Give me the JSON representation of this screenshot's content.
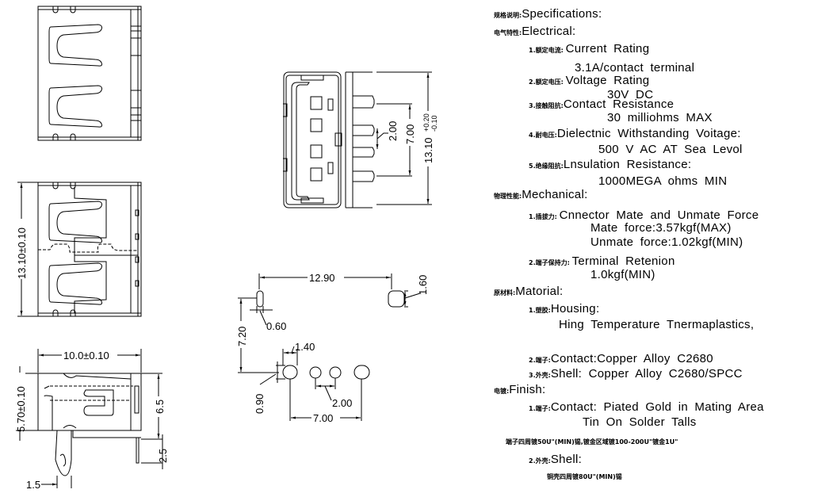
{
  "dimensions": {
    "front_height": "13.10±0.10",
    "side_width": "10.0±0.10",
    "side_height": "5.70±0.10",
    "side_height_2": "6.5",
    "pin_length": "2.5",
    "pin_width": "1.5",
    "pin_pitch": "2.00",
    "pin_span": "7.00",
    "overall_height": "13.10",
    "overall_tol_plus": "+0.20",
    "overall_tol_minus": "-0.10",
    "footprint_slot_span": "12.90",
    "footprint_slot_width_right": "1.60",
    "footprint_slot_width_left": "0.60",
    "footprint_row_offset": "7.20",
    "footprint_pad_width": "1.40",
    "footprint_pad_height": "0.90",
    "footprint_pitch": "2.00",
    "footprint_span": "7.00"
  },
  "specs": [
    {
      "cn": "规格说明:",
      "en": "Specifications:",
      "level": 0
    },
    {
      "cn": "电气特性:",
      "en": "Electrical:",
      "level": 0
    },
    {
      "cn": "1.额定电流: ",
      "en": "Current Rating",
      "level": 1
    },
    {
      "cn": "",
      "en": "3.1A/contact terminal",
      "level": 2
    },
    {
      "cn": "2.额定电压: ",
      "en": "Voltage Rating",
      "level": 1
    },
    {
      "cn": "",
      "en": "30V DC",
      "level": 3
    },
    {
      "cn": "3.接触阻抗:",
      "en": "Contact Resistance",
      "level": 1
    },
    {
      "cn": "",
      "en": "30 milliohms MAX",
      "level": 3
    },
    {
      "cn": "4.耐电压:",
      "en": "Dielectnic Withstanding Voitage:",
      "level": 1
    },
    {
      "cn": "",
      "en": "500 V AC AT Sea Levol",
      "level": 4
    },
    {
      "cn": "5.绝缘阻抗:",
      "en": "Lnsulation Resistance:",
      "level": 1
    },
    {
      "cn": "",
      "en": "1000MEGA ohms MIN",
      "level": 4
    },
    {
      "cn": "物理性能:",
      "en": "Mechanical:",
      "level": 0
    },
    {
      "cn": "1.插拔力: ",
      "en": "Cnnector Mate and Unmate Force",
      "level": 1
    },
    {
      "cn": "",
      "en": "Mate force:3.57kgf(MAX)",
      "level": 5
    },
    {
      "cn": "",
      "en": "Unmate force:1.02kgf(MIN)",
      "level": 5
    },
    {
      "cn": "2.端子保持力: ",
      "en": "Terminal Retenion",
      "level": 1
    },
    {
      "cn": "",
      "en": "1.0kgf(MIN)",
      "level": 5
    },
    {
      "cn": "原材料:",
      "en": "Matorial:",
      "level": 0
    },
    {
      "cn": "1.塑胶:",
      "en": "Housing:",
      "level": 1
    },
    {
      "cn": "",
      "en": "Hing Temperature  Tnermaplastics,",
      "level": 6
    },
    {
      "cn": "2.端子:",
      "en": "Contact:Copper Alloy C2680",
      "level": 1
    },
    {
      "cn": "3.外壳:",
      "en": "Shell: Copper Alloy C2680/SPCC",
      "level": 1
    },
    {
      "cn": "电镀:",
      "en": "Finish:",
      "level": 0
    },
    {
      "cn": "1.端子:",
      "en": "Contact: Piated Gold in Mating Area",
      "level": 1
    },
    {
      "cn": "",
      "en": "Tin On Solder Talls",
      "level": 7
    },
    {
      "cn": "端子四周镀50U\"(MIN)锡,镀金区域镀100-200U\"镀金1U\"",
      "en": "",
      "level": 8
    },
    {
      "cn": "2.外壳:",
      "en": "Shell:",
      "level": 1
    },
    {
      "cn": "铜壳四周镀80U\"(MIN)锡",
      "en": "",
      "level": 9
    }
  ]
}
